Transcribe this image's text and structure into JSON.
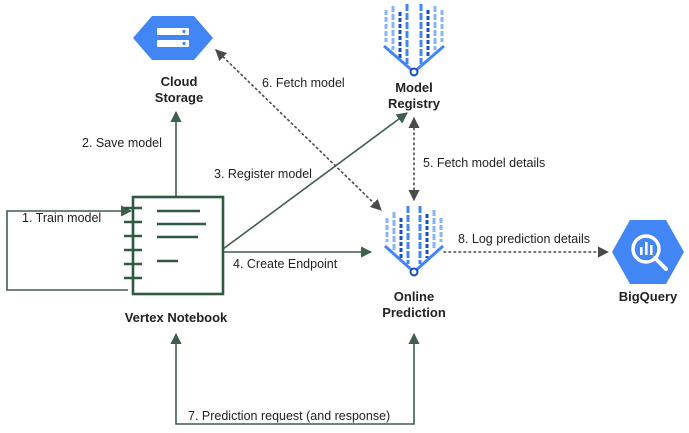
{
  "nodes": {
    "cloud_storage": {
      "line1": "Cloud",
      "line2": "Storage",
      "icon": "cloud-storage-icon"
    },
    "model_registry": {
      "line1": "Model",
      "line2": "Registry",
      "icon": "vertex-ai-icon"
    },
    "vertex_notebook": {
      "line1": "Vertex Notebook",
      "icon": "notebook-icon"
    },
    "online_prediction": {
      "line1": "Online",
      "line2": "Prediction",
      "icon": "vertex-ai-icon"
    },
    "bigquery": {
      "line1": "BigQuery",
      "icon": "bigquery-icon"
    }
  },
  "edges": {
    "train_model": "1. Train model",
    "save_model": "2. Save model",
    "register_model": "3. Register model",
    "create_endpoint": "4. Create Endpoint",
    "fetch_model_details": "5. Fetch model details",
    "fetch_model": "6. Fetch model",
    "prediction_request": "7. Prediction request (and response)",
    "log_prediction_details": "8. Log prediction details"
  },
  "colors": {
    "google_blue": "#4285f4",
    "vertex_dark_blue": "#1a4fbf",
    "vertex_light_blue": "#8ab4f8",
    "notebook_green": "#2f5a40"
  }
}
